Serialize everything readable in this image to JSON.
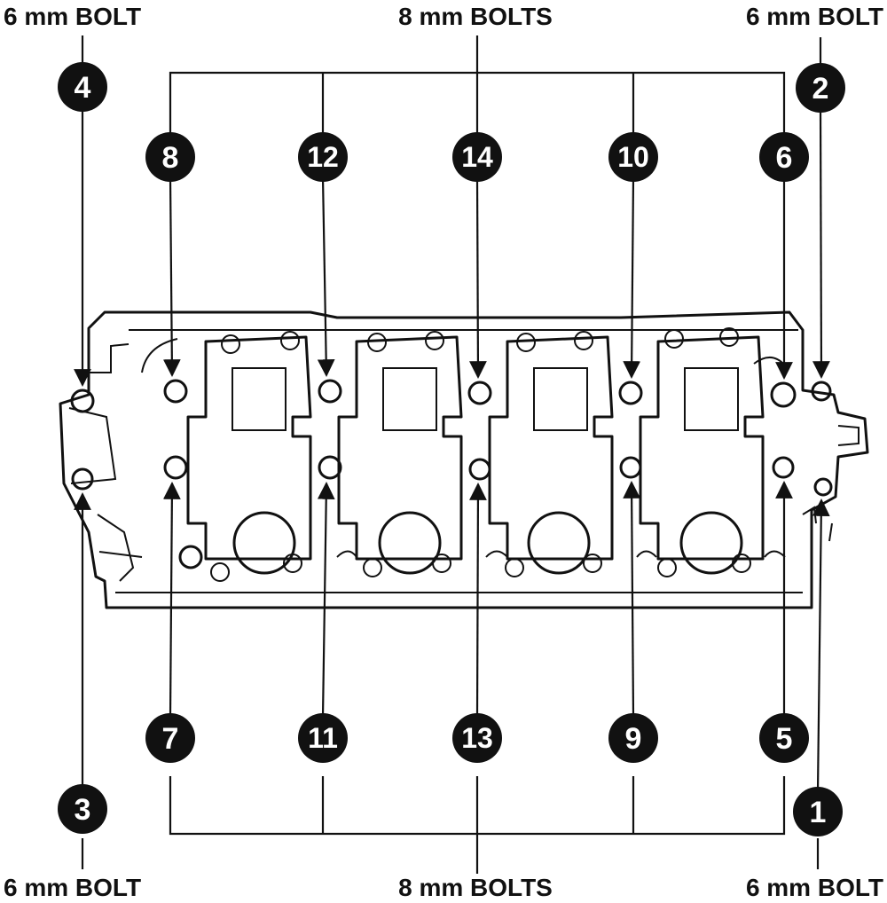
{
  "labels": {
    "top_left": "6 mm BOLT",
    "top_center": "8 mm BOLTS",
    "top_right": "6 mm BOLT",
    "bottom_left": "6 mm BOLT",
    "bottom_center": "8 mm BOLTS",
    "bottom_right": "6 mm BOLT"
  },
  "callouts": {
    "n1": "1",
    "n2": "2",
    "n3": "3",
    "n4": "4",
    "n5": "5",
    "n6": "6",
    "n7": "7",
    "n8": "8",
    "n9": "9",
    "n10": "10",
    "n11": "11",
    "n12": "12",
    "n13": "13",
    "n14": "14"
  },
  "colors": {
    "ink": "#111111",
    "paper": "#ffffff"
  }
}
